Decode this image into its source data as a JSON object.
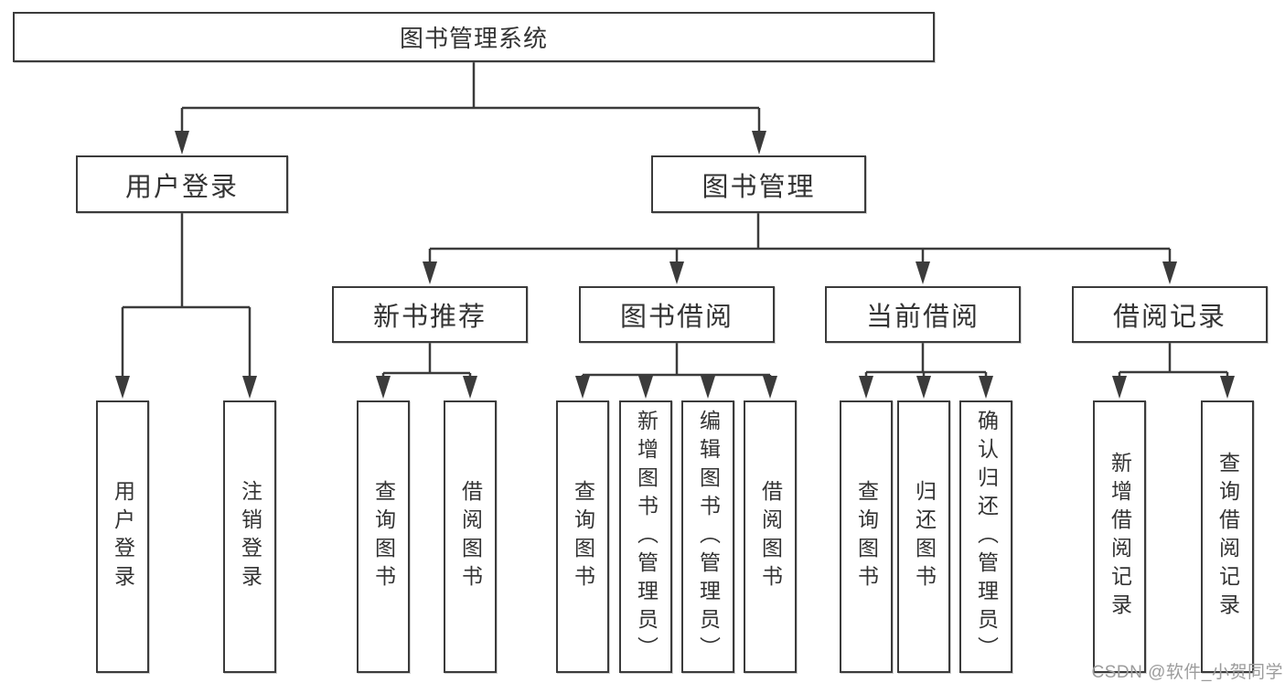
{
  "diagram": {
    "title": "图书管理系统",
    "branches": [
      {
        "label": "用户登录",
        "children": [
          "用户登录",
          "注销登录"
        ]
      },
      {
        "label": "图书管理",
        "sections": [
          {
            "label": "新书推荐",
            "children": [
              "查询图书",
              "借阅图书"
            ]
          },
          {
            "label": "图书借阅",
            "children": [
              "查询图书",
              "新增图书（管理员）",
              "编辑图书（管理员）",
              "借阅图书"
            ]
          },
          {
            "label": "当前借阅",
            "children": [
              "查询图书",
              "归还图书",
              "确认归还（管理员）"
            ]
          },
          {
            "label": "借阅记录",
            "children": [
              "新增借阅记录",
              "查询借阅记录"
            ]
          }
        ]
      }
    ]
  },
  "watermark": {
    "text": "CSDN @软件_小贺同学"
  },
  "colors": {
    "line": "#3b3b3b",
    "text": "#333333",
    "watermark": "#9c9c9c"
  }
}
